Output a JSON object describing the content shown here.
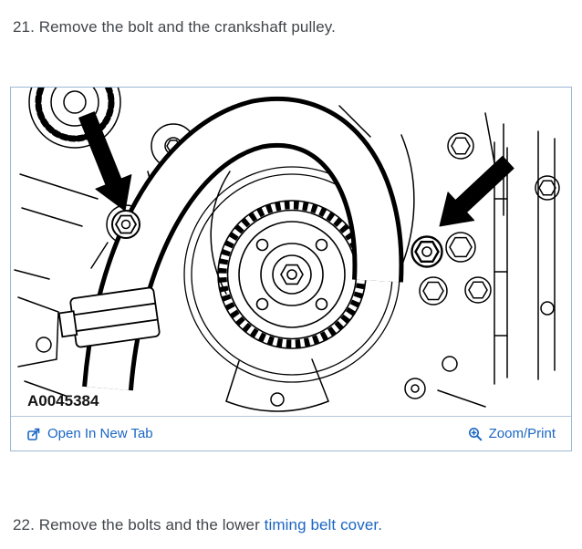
{
  "instructions": {
    "step_21": "21. Remove the bolt and the crankshaft pulley.",
    "step_22_prefix": "22. Remove the bolts and the lower ",
    "step_22_link": "timing belt cover."
  },
  "figure": {
    "code_label": "A0045384"
  },
  "toolbar": {
    "open_in_new_tab": "Open In New Tab",
    "zoom_print": "Zoom/Print"
  },
  "icons": {
    "open_in_new_tab": "open-in-new-tab-icon",
    "zoom_print": "magnifier-plus-icon"
  },
  "colors": {
    "link_blue": "#1a66c4",
    "panel_border": "#9db8d4",
    "body_text": "#41464b",
    "diagram_ink": "#000000",
    "arrow_fill": "#000000"
  }
}
